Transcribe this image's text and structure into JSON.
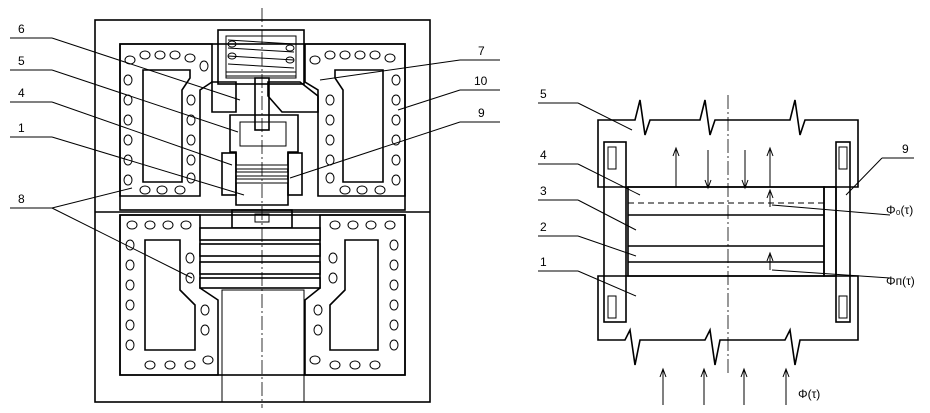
{
  "left_figure": {
    "labels": [
      "6",
      "5",
      "4",
      "1",
      "8",
      "7",
      "10",
      "9"
    ]
  },
  "right_figure": {
    "labels": [
      "5",
      "4",
      "3",
      "2",
      "1",
      "9"
    ],
    "flux_labels": {
      "phi0": "Φ₀(τ)",
      "phin": "Φп(τ)",
      "phi": "Φ(τ)"
    }
  }
}
